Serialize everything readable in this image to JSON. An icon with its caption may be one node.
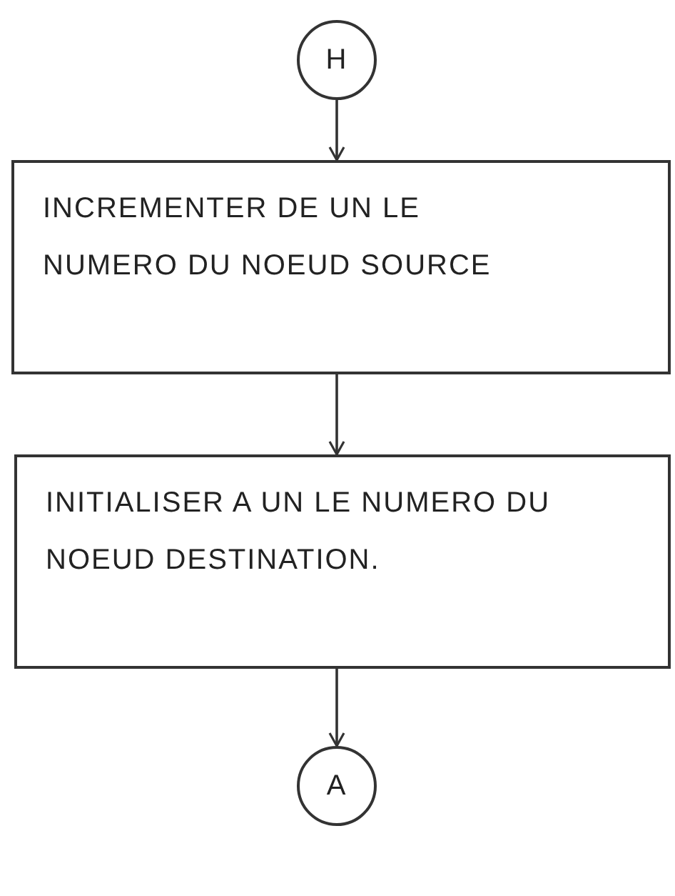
{
  "diagram": {
    "nodes": [
      {
        "text": [
          "H"
        ]
      },
      {
        "text": [
          "INCREMENTER DE UN LE NUMERO DU NOEUD SOURCE"
        ]
      },
      {
        "text": [
          "INITIALISER A UN LE NUMERO DU NOEUD DESTINATION."
        ]
      },
      {
        "text": [
          "A"
        ]
      }
    ],
    "edges": [
      {
        "from": 0,
        "to": 1,
        "arrow": "to"
      },
      {
        "from": 1,
        "to": 2,
        "arrow": "to"
      },
      {
        "from": 2,
        "to": 3,
        "arrow": "to"
      }
    ]
  }
}
